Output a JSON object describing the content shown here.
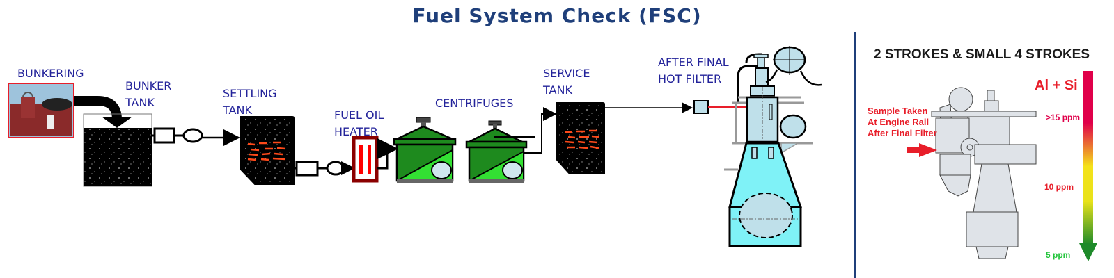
{
  "title": "Fuel System Check (FSC)",
  "flow": {
    "stages": [
      {
        "id": "bunkering",
        "label": "BUNKERING"
      },
      {
        "id": "bunker-tank",
        "label": "BUNKER\nTANK"
      },
      {
        "id": "settling-tank",
        "label": "SETTLING\nTANK"
      },
      {
        "id": "fuel-oil-heater",
        "label": "FUEL OIL\nHEATER"
      },
      {
        "id": "centrifuges",
        "label": "CENTRIFUGES"
      },
      {
        "id": "service-tank",
        "label": "SERVICE\nTANK"
      },
      {
        "id": "after-final-hot-filter",
        "label": "AFTER FINAL\nHOT FILTER"
      }
    ]
  },
  "right_panel": {
    "heading": "2 STROKES & SMALL 4 STROKES",
    "parameter": "Al + Si",
    "sample_note": "Sample Taken\nAt Engine Rail\nAfter Final Filter",
    "scale": [
      {
        "label": ">15 ppm",
        "color": "#e0004a"
      },
      {
        "label": "10 ppm",
        "color": "#e81e2a"
      },
      {
        "label": "5 ppm",
        "color": "#22c43a"
      }
    ]
  },
  "colors": {
    "title": "#1f3f7a",
    "label": "#23239a",
    "accent_red": "#e81e2a",
    "centrifuge_green": "#1e8a1e",
    "engine_cyan": "#7ff2f7",
    "heater_frame": "#8b0000"
  }
}
